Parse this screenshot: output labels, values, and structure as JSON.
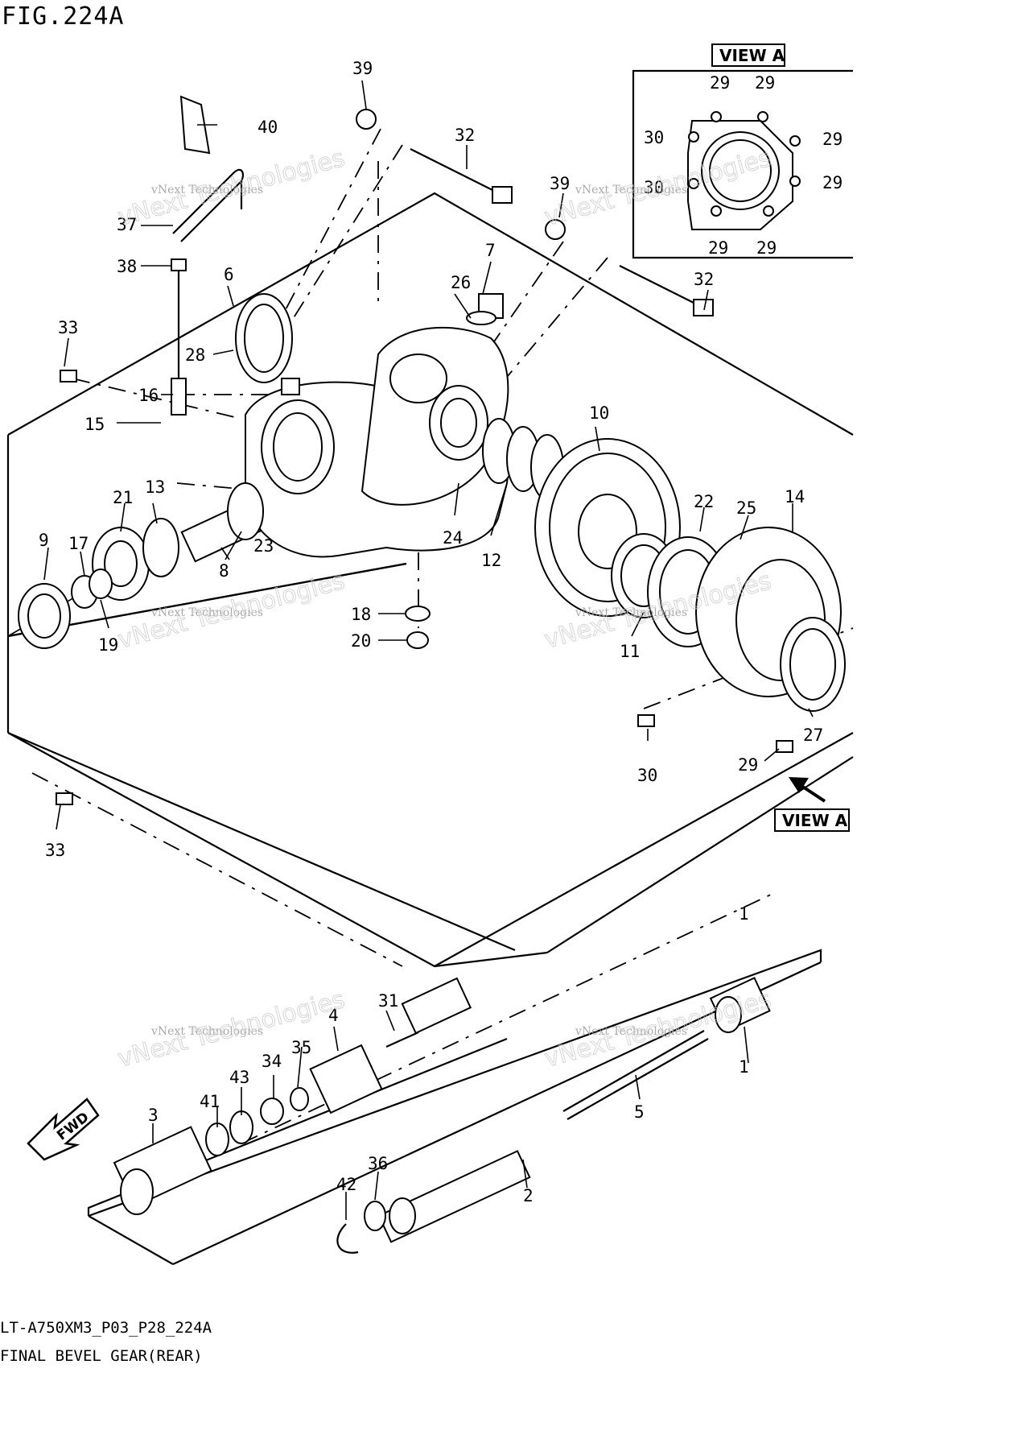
{
  "figure": {
    "title": "FIG.224A",
    "code": "LT-A750XM3_P03_P28_224A",
    "caption": "FINAL BEVEL GEAR(REAR)"
  },
  "view_label": "VIEW A",
  "fwd_label": "FWD",
  "watermark": {
    "big": "vNext Technologies",
    "small": "vNext Technologies"
  },
  "callouts": {
    "c1": "1",
    "c2": "2",
    "c3": "3",
    "c4": "4",
    "c5": "5",
    "c6": "6",
    "c7": "7",
    "c8": "8",
    "c9": "9",
    "c10": "10",
    "c11": "11",
    "c12": "12",
    "c13": "13",
    "c14": "14",
    "c15": "15",
    "c16": "16",
    "c17": "17",
    "c18": "18",
    "c19": "19",
    "c20": "20",
    "c21": "21",
    "c22": "22",
    "c23": "23",
    "c24": "24",
    "c25": "25",
    "c26": "26",
    "c27": "27",
    "c28": "28",
    "c29": "29",
    "c30": "30",
    "c31": "31",
    "c32": "32",
    "c33": "33",
    "c34": "34",
    "c35": "35",
    "c36": "36",
    "c37": "37",
    "c38": "38",
    "c39": "39",
    "c40": "40",
    "c41": "41",
    "c42": "42",
    "c43": "43"
  },
  "icons": [
    "fwd-arrow-icon",
    "view-direction-arrow-icon"
  ]
}
